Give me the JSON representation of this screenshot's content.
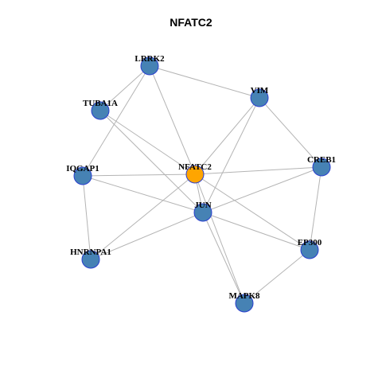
{
  "title": "NFATC2",
  "colors": {
    "center_node": "#FFA500",
    "neighbor_node": "#4682B4",
    "node_border": "#2A3FCF",
    "edge": "#B4B4B4"
  },
  "nodes": [
    {
      "id": "NFATC2",
      "label": "NFATC2",
      "role": "center"
    },
    {
      "id": "LRRK2",
      "label": "LRRK2",
      "role": "neighbor"
    },
    {
      "id": "VIM",
      "label": "VIM",
      "role": "neighbor"
    },
    {
      "id": "TUBA1A",
      "label": "TUBA1A",
      "role": "neighbor"
    },
    {
      "id": "IQGAP1",
      "label": "IQGAP1",
      "role": "neighbor"
    },
    {
      "id": "CREB1",
      "label": "CREB1",
      "role": "neighbor"
    },
    {
      "id": "JUN",
      "label": "JUN",
      "role": "neighbor"
    },
    {
      "id": "HNRNPA1",
      "label": "HNRNPA1",
      "role": "neighbor"
    },
    {
      "id": "EP300",
      "label": "EP300",
      "role": "neighbor"
    },
    {
      "id": "MAPK8",
      "label": "MAPK8",
      "role": "neighbor"
    }
  ],
  "edges": [
    [
      "LRRK2",
      "TUBA1A"
    ],
    [
      "LRRK2",
      "VIM"
    ],
    [
      "LRRK2",
      "NFATC2"
    ],
    [
      "LRRK2",
      "IQGAP1"
    ],
    [
      "TUBA1A",
      "NFATC2"
    ],
    [
      "TUBA1A",
      "JUN"
    ],
    [
      "VIM",
      "NFATC2"
    ],
    [
      "VIM",
      "JUN"
    ],
    [
      "VIM",
      "CREB1"
    ],
    [
      "IQGAP1",
      "NFATC2"
    ],
    [
      "IQGAP1",
      "JUN"
    ],
    [
      "IQGAP1",
      "HNRNPA1"
    ],
    [
      "NFATC2",
      "CREB1"
    ],
    [
      "NFATC2",
      "JUN"
    ],
    [
      "NFATC2",
      "HNRNPA1"
    ],
    [
      "NFATC2",
      "EP300"
    ],
    [
      "NFATC2",
      "MAPK8"
    ],
    [
      "CREB1",
      "JUN"
    ],
    [
      "CREB1",
      "EP300"
    ],
    [
      "JUN",
      "HNRNPA1"
    ],
    [
      "JUN",
      "EP300"
    ],
    [
      "JUN",
      "MAPK8"
    ],
    [
      "EP300",
      "MAPK8"
    ]
  ]
}
